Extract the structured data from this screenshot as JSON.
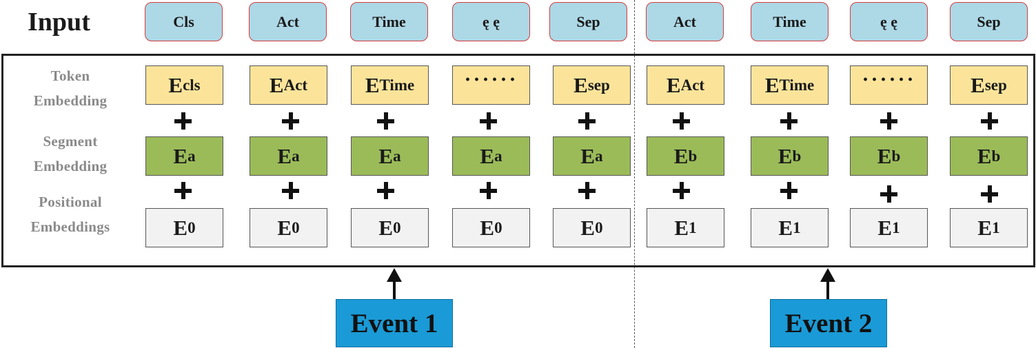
{
  "input": {
    "title": "Input",
    "tokens": [
      "Cls",
      "Act",
      "Time",
      "ę ę",
      "Sep",
      "Act",
      "Time",
      "ę ę",
      "Sep"
    ]
  },
  "row_labels": {
    "token": [
      "Token",
      "Embedding"
    ],
    "segment": [
      "Segment",
      "Embedding"
    ],
    "positional": [
      "Positional",
      "Embeddings"
    ]
  },
  "token_embeddings": [
    {
      "main": "E",
      "sub": "cls"
    },
    {
      "main": "E",
      "sub": "Act"
    },
    {
      "main": "E",
      "sub": "Time"
    },
    {
      "dots": "······"
    },
    {
      "main": "E",
      "sub": "sep"
    },
    {
      "main": "E",
      "sub": "Act"
    },
    {
      "main": "E",
      "sub": "Time"
    },
    {
      "dots": "······"
    },
    {
      "main": "E",
      "sub": "sep"
    }
  ],
  "segment_embeddings": [
    {
      "main": "E",
      "sub": "a"
    },
    {
      "main": "E",
      "sub": "a"
    },
    {
      "main": "E",
      "sub": "a"
    },
    {
      "main": "E",
      "sub": "a"
    },
    {
      "main": "E",
      "sub": "a"
    },
    {
      "main": "E",
      "sub": "b"
    },
    {
      "main": "E",
      "sub": "b"
    },
    {
      "main": "E",
      "sub": "b"
    },
    {
      "main": "E",
      "sub": "b"
    }
  ],
  "positional_embeddings": [
    {
      "main": "E",
      "sub": "0"
    },
    {
      "main": "E",
      "sub": "0"
    },
    {
      "main": "E",
      "sub": "0"
    },
    {
      "main": "E",
      "sub": "0"
    },
    {
      "main": "E",
      "sub": "0"
    },
    {
      "main": "E",
      "sub": "1"
    },
    {
      "main": "E",
      "sub": "1"
    },
    {
      "main": "E",
      "sub": "1"
    },
    {
      "main": "E",
      "sub": "1"
    }
  ],
  "events": [
    "Event 1",
    "Event 2"
  ],
  "colors": {
    "input_fill": "#add8e6",
    "input_border": "#d33c3c",
    "token_fill": "#fbe49a",
    "segment_fill": "#9bbb59",
    "positional_fill": "#f2f2f2",
    "event_fill": "#1a9ad6"
  }
}
